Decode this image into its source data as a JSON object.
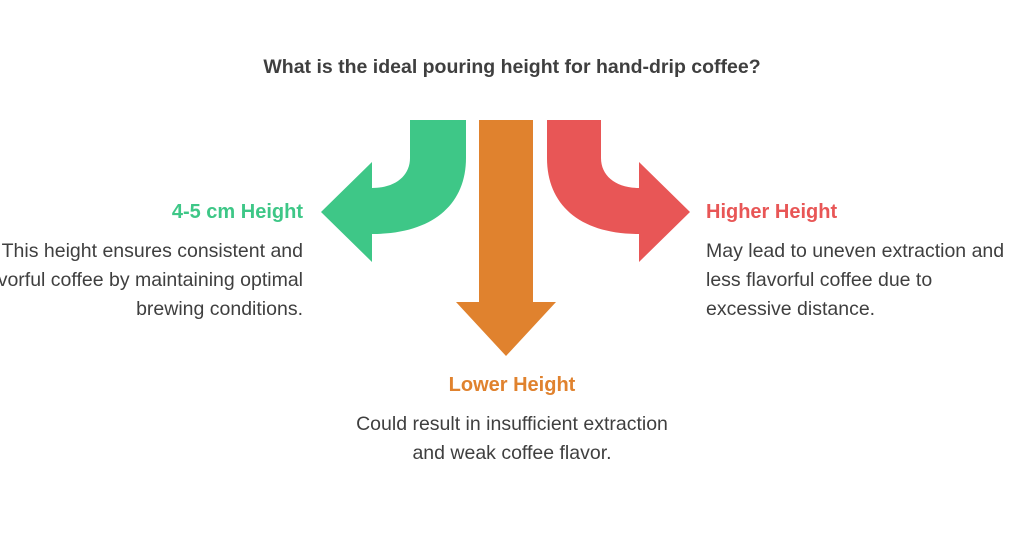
{
  "question": "What is the ideal pouring height for hand-drip coffee?",
  "colors": {
    "green": "#3ec787",
    "orange": "#e0822e",
    "red": "#e85656",
    "text": "#3f3f3f"
  },
  "options": {
    "left": {
      "heading": "4-5 cm Height",
      "description": "This height ensures consistent and flavorful coffee by maintaining optimal brewing conditions."
    },
    "middle": {
      "heading": "Lower Height",
      "description": "Could result in insufficient extraction and weak coffee flavor."
    },
    "right": {
      "heading": "Higher Height",
      "description": "May lead to uneven extraction and less flavorful coffee due to excessive distance."
    }
  }
}
